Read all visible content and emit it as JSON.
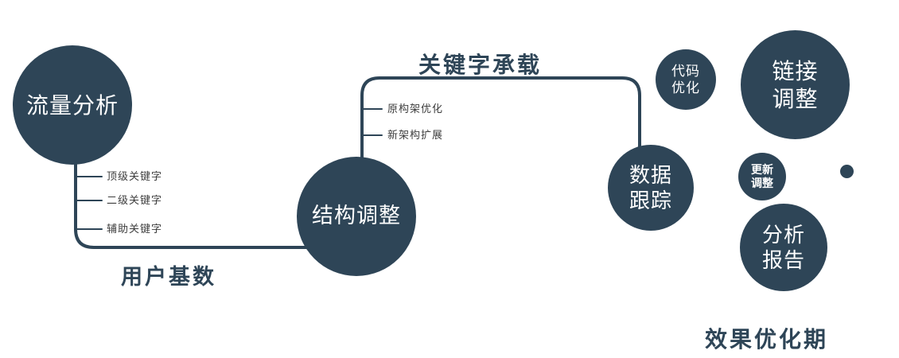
{
  "diagram": {
    "colors": {
      "accent": "#2e4557",
      "node_text": "#ffffff",
      "tick_text": "#3d3d3d"
    },
    "nodes": {
      "traffic": {
        "label": "流量分析"
      },
      "structure": {
        "label": "结构调整"
      },
      "data_tracking": {
        "line1": "数据",
        "line2": "跟踪"
      },
      "code_optimization": {
        "line1": "代码",
        "line2": "优化"
      },
      "link_adjustment": {
        "line1": "链接",
        "line2": "调整"
      },
      "update_adjustment": {
        "line1": "更新",
        "line2": "调整"
      },
      "analysis_report": {
        "line1": "分析",
        "line2": "报告"
      }
    },
    "edge_labels": {
      "keyword_carrying": "关键字承载",
      "user_base": "用户基数"
    },
    "ticks": {
      "traffic": [
        "顶级关键字",
        "二级关键字",
        "辅助关键字"
      ],
      "structure": [
        "原构架优化",
        "新架构扩展"
      ]
    },
    "caption": {
      "effect_phase": "效果优化期"
    }
  }
}
